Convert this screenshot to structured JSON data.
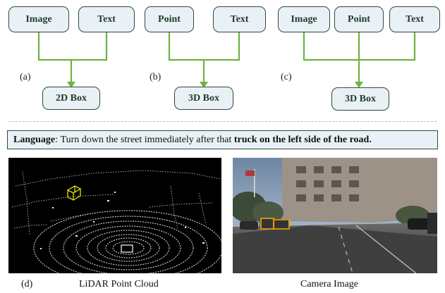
{
  "diagram_a": {
    "label": "(a)",
    "inputs": [
      "Image",
      "Text"
    ],
    "output": "2D Box"
  },
  "diagram_b": {
    "label": "(b)",
    "inputs": [
      "Point",
      "Text"
    ],
    "output": "3D Box"
  },
  "diagram_c": {
    "label": "(c)",
    "inputs": [
      "Image",
      "Point",
      "Text"
    ],
    "output": "3D Box"
  },
  "language": {
    "prefix": "Language",
    "sep": ": ",
    "body": "Turn down the street immediately after that ",
    "highlight": "truck on the left side of the road."
  },
  "bottom": {
    "label": "(d)",
    "lidar_caption": "LiDAR Point Cloud",
    "camera_caption": "Camera Image"
  },
  "colors": {
    "connector": "#6db33f",
    "box_fill": "#eaf1f6",
    "box_border": "#2d4a3c",
    "lidar_box": "#e6e600",
    "camera_box": "#f4a300"
  }
}
